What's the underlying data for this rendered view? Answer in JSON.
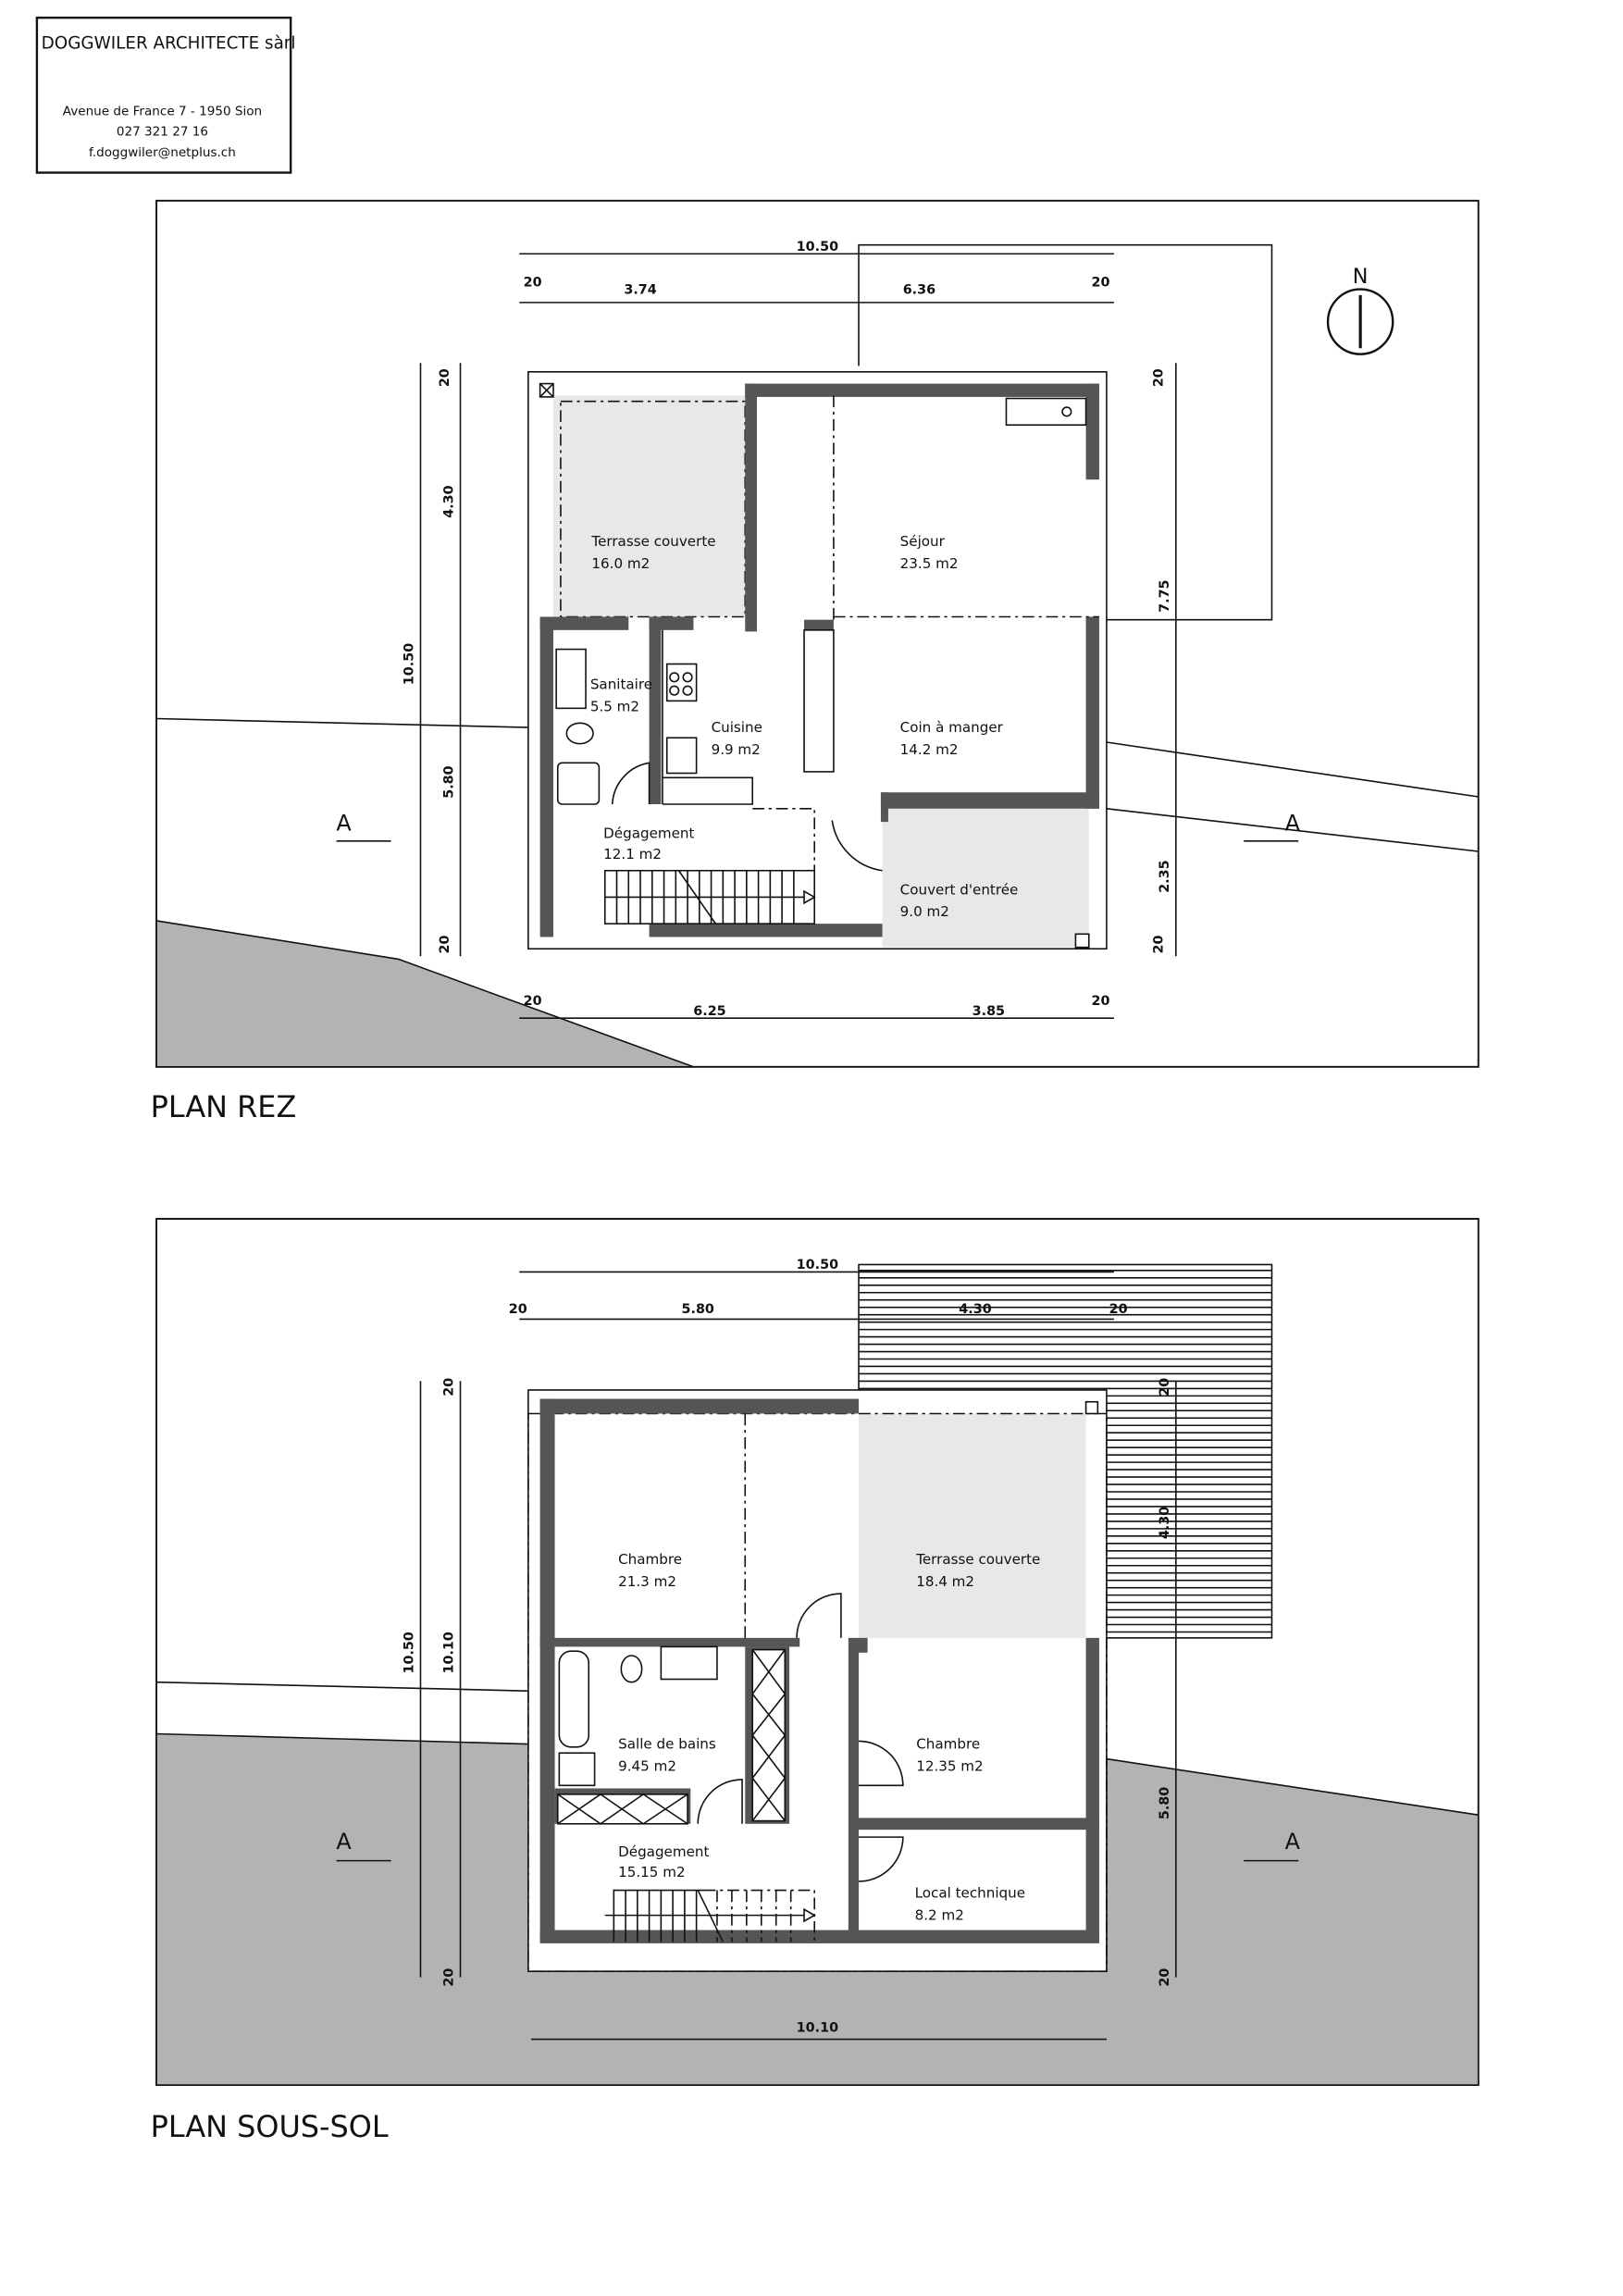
{
  "header": {
    "firm": "DOGGWILER ARCHITECTE sàrl",
    "address": "Avenue de France 7 - 1950 Sion",
    "phone": "027 321 27 16",
    "email": "f.doggwiler@netplus.ch"
  },
  "plan_rez": {
    "title": "PLAN REZ",
    "north": "N",
    "section_marker": "A",
    "dims": {
      "top_total": "10.50",
      "top_a": "20",
      "top_b": "3.74",
      "top_c": "6.36",
      "top_d": "20",
      "left_total": "10.50",
      "left_a": "20",
      "left_b": "4.30",
      "left_c": "5.80",
      "left_d": "20",
      "right_a": "20",
      "right_b": "7.75",
      "right_c": "2.35",
      "right_d": "20",
      "bottom_a": "20",
      "bottom_b": "6.25",
      "bottom_c": "3.85",
      "bottom_d": "20"
    },
    "rooms": [
      {
        "name": "Terrasse couverte",
        "area": "16.0 m2"
      },
      {
        "name": "Séjour",
        "area": "23.5 m2"
      },
      {
        "name": "Sanitaire",
        "area": "5.5 m2"
      },
      {
        "name": "Cuisine",
        "area": "9.9 m2"
      },
      {
        "name": "Coin à manger",
        "area": "14.2 m2"
      },
      {
        "name": "Dégagement",
        "area": "12.1 m2"
      },
      {
        "name": "Couvert d'entrée",
        "area": "9.0 m2"
      }
    ],
    "colors": {
      "wall": "#555555",
      "covered": "#e8e8e8",
      "terrain": "#b3b3b3"
    }
  },
  "plan_sous_sol": {
    "title": "PLAN SOUS-SOL",
    "section_marker": "A",
    "dims": {
      "top_total": "10.50",
      "top_a": "20",
      "top_b": "5.80",
      "top_c": "4.30",
      "top_d": "20",
      "left_total": "10.50",
      "left_a": "20",
      "left_b": "10.10",
      "left_c": "20",
      "right_a": "20",
      "right_b": "4.30",
      "right_c": "5.80",
      "right_d": "20",
      "bottom": "10.10"
    },
    "rooms": [
      {
        "name": "Chambre",
        "area": "21.3 m2"
      },
      {
        "name": "Terrasse couverte",
        "area": "18.4 m2"
      },
      {
        "name": "Salle de bains",
        "area": "9.45 m2"
      },
      {
        "name": "Chambre",
        "area": "12.35 m2"
      },
      {
        "name": "Dégagement",
        "area": "15.15 m2"
      },
      {
        "name": "Local technique",
        "area": "8.2 m2"
      }
    ]
  }
}
